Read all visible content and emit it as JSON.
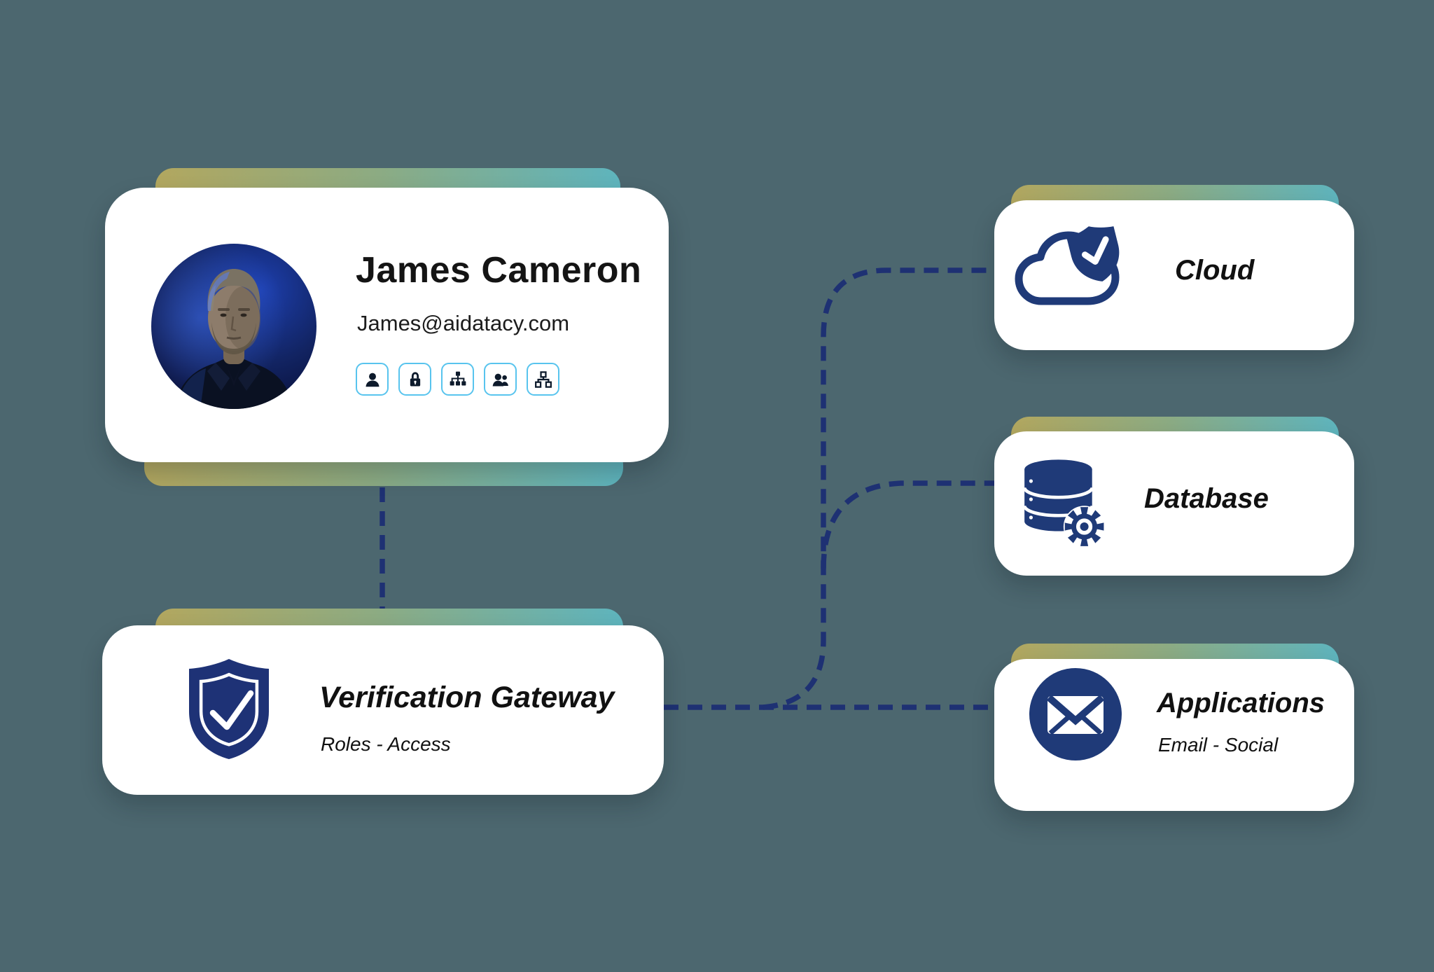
{
  "page": {
    "background": "#4c676f",
    "accent_navy": "#1e3173",
    "band_gradient": [
      "#b2a75f",
      "#8cab83",
      "#5eb4bd"
    ],
    "icon_chip_border": "#58c4ee"
  },
  "profile_card": {
    "name": "James Cameron",
    "email": "James@aidatacy.com",
    "photo": "portrait-of-man-blue-lighting",
    "action_icons": [
      {
        "name": "user-icon"
      },
      {
        "name": "lock-icon"
      },
      {
        "name": "org-chart-icon"
      },
      {
        "name": "users-icon"
      },
      {
        "name": "network-icon"
      }
    ]
  },
  "gateway_card": {
    "icon": "shield-check-icon",
    "title": "Verification Gateway",
    "subtitle": "Roles - Access"
  },
  "resource_cards": [
    {
      "icon": "cloud-check-icon",
      "label": "Cloud"
    },
    {
      "icon": "database-gear-icon",
      "label": "Database"
    },
    {
      "icon": "email-circle-icon",
      "label": "Applications",
      "subtitle": "Email - Social"
    }
  ]
}
